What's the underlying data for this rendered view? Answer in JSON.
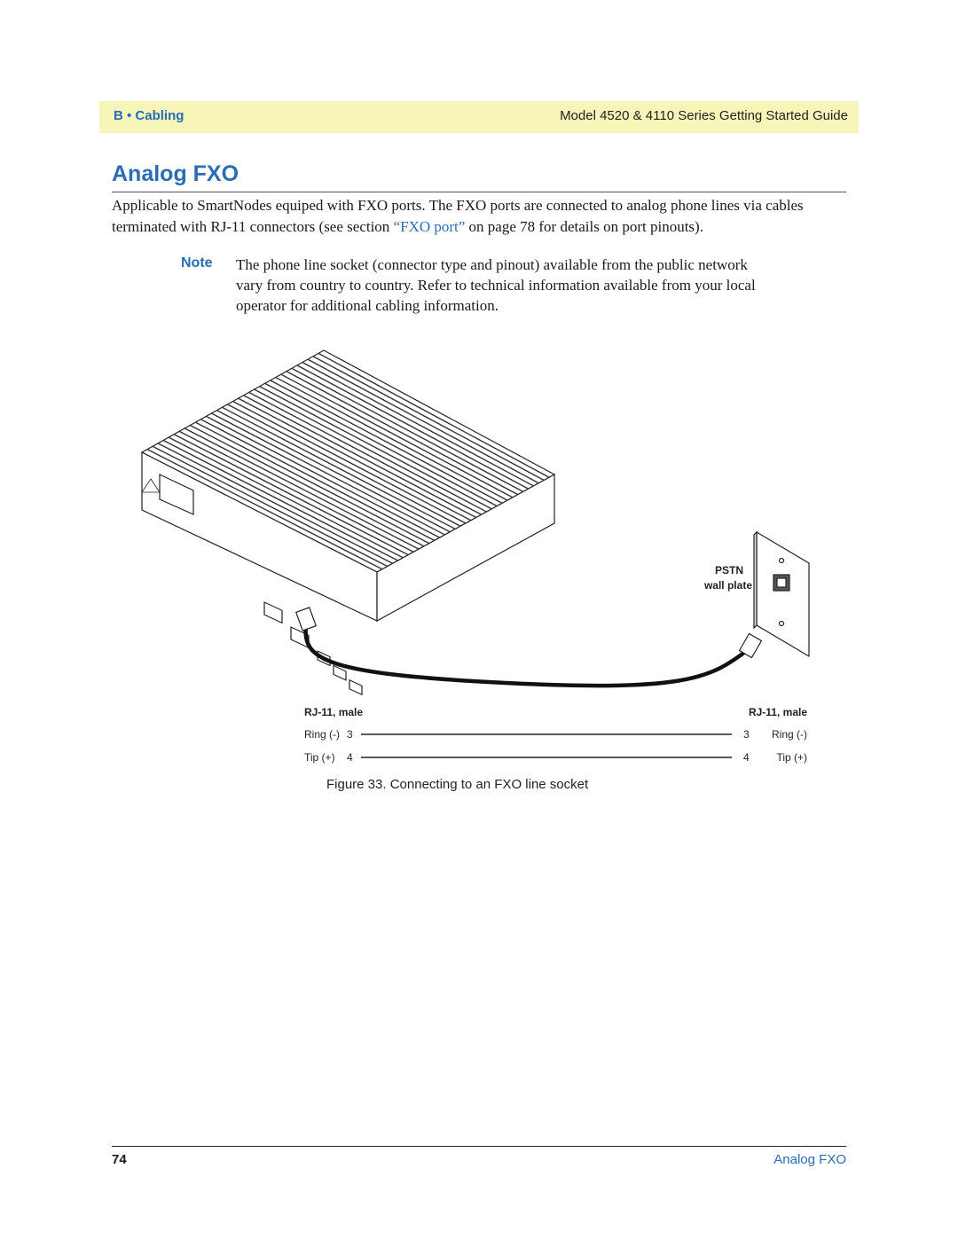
{
  "header": {
    "section": "B • Cabling",
    "guide_title": "Model 4520 & 4110 Series Getting Started Guide"
  },
  "section_title": "Analog FXO",
  "intro": {
    "text_before_link": "Applicable to SmartNodes equiped with FXO ports. The FXO ports are connected to analog phone lines via cables terminated with RJ-11 connectors (see section ",
    "link_text": "“FXO port”",
    "text_after_link": " on page 78 for details on port pinouts)."
  },
  "note": {
    "label": "Note",
    "text": "The phone line socket (connector type and pinout) available from the public network vary from country to country. Refer to technical information available from your local operator for additional cabling information."
  },
  "figure": {
    "wall_plate_label_1": "PSTN",
    "wall_plate_label_2": "wall plate",
    "left_connector": "RJ-11, male",
    "right_connector": "RJ-11, male",
    "pins": [
      {
        "left_name": "Ring (-)",
        "left_num": "3",
        "right_num": "3",
        "right_name": "Ring (-)"
      },
      {
        "left_name": "Tip (+)",
        "left_num": "4",
        "right_num": "4",
        "right_name": "Tip (+)"
      }
    ],
    "caption": "Figure 33. Connecting to an FXO line socket"
  },
  "footer": {
    "page_number": "74",
    "section": "Analog FXO"
  },
  "colors": {
    "accent": "#2a6db5",
    "header_background": "#f7f6b8"
  }
}
